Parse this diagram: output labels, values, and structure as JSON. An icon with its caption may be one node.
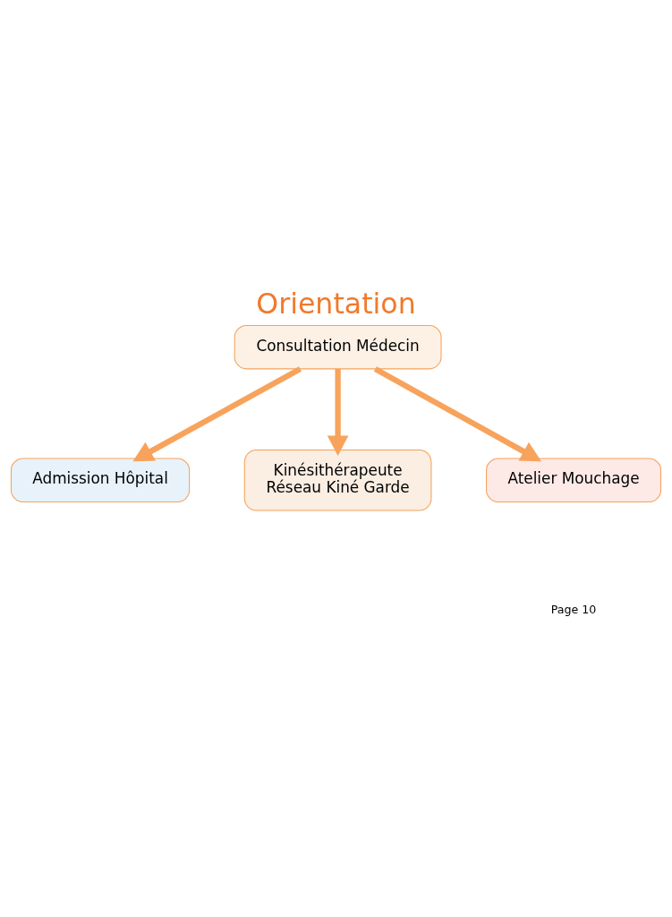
{
  "diagram": {
    "title": "Orientation",
    "nodes": [
      {
        "text": [
          "Consultation Médecin"
        ]
      },
      {
        "text": [
          "Admission Hôpital"
        ]
      },
      {
        "text": [
          "Kinésithérapeute",
          "Réseau Kiné Garde"
        ]
      },
      {
        "text": [
          "Atelier Mouchage"
        ]
      }
    ],
    "edges": [
      {
        "from": 0,
        "to": 1,
        "arrow": "to"
      },
      {
        "from": 0,
        "to": 2,
        "arrow": "to"
      },
      {
        "from": 0,
        "to": 3,
        "arrow": "to"
      }
    ],
    "labels": [
      "Page 10"
    ]
  }
}
